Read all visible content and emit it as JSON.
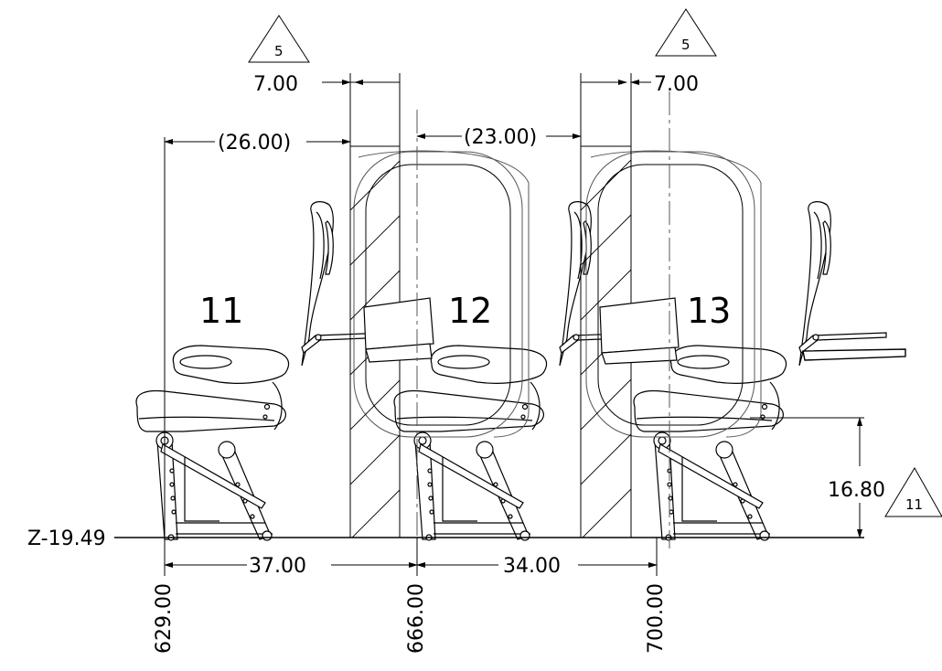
{
  "seat_rows": [
    {
      "label": "11"
    },
    {
      "label": "12"
    },
    {
      "label": "13"
    }
  ],
  "dimensions": {
    "left_spacing": "7.00",
    "right_spacing": "7.00",
    "row11_offset": "(26.00)",
    "row12_offset": "(23.00)",
    "pitch_11_12": "37.00",
    "pitch_12_13": "34.00",
    "seat_height": "16.80",
    "floor_ref": "Z-19.49"
  },
  "stations": [
    "629.00",
    "666.00",
    "700.00"
  ],
  "note_flags": [
    "5",
    "5",
    "11"
  ]
}
